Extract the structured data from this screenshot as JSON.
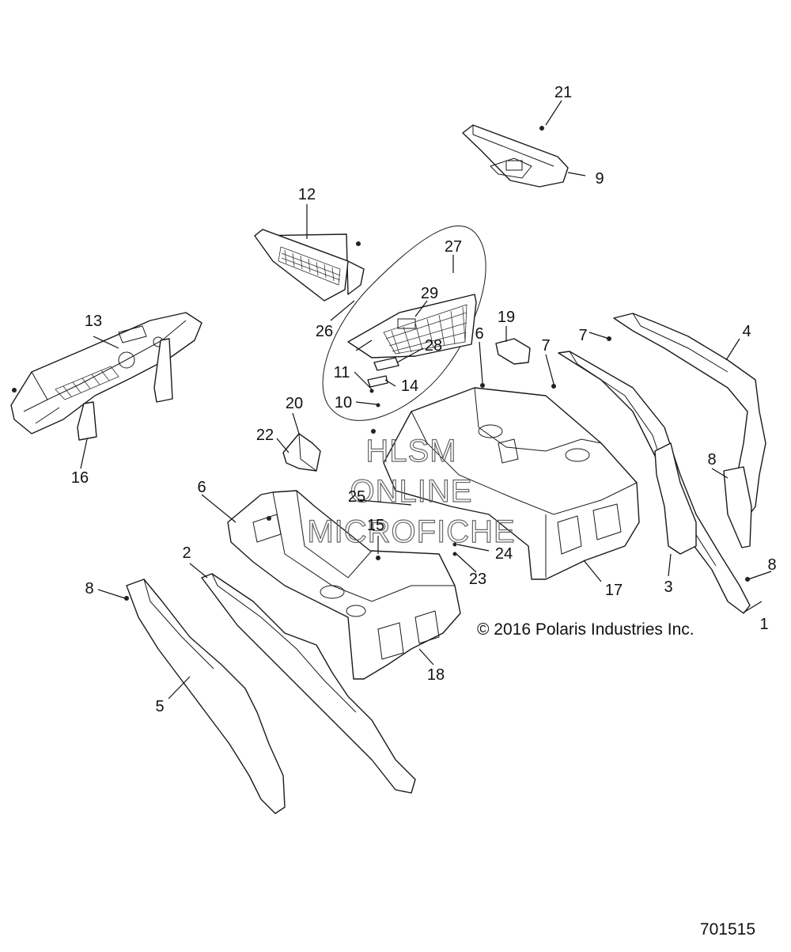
{
  "callouts": {
    "c1": "1",
    "c2": "2",
    "c3": "3",
    "c4": "4",
    "c5": "5",
    "c6a": "6",
    "c6b": "6",
    "c7a": "7",
    "c7b": "7",
    "c8a": "8",
    "c8b": "8",
    "c8c": "8",
    "c9": "9",
    "c10": "10",
    "c11": "11",
    "c12": "12",
    "c13": "13",
    "c14": "14",
    "c15": "15",
    "c16": "16",
    "c17": "17",
    "c18": "18",
    "c19": "19",
    "c20": "20",
    "c21": "21",
    "c22": "22",
    "c23": "23",
    "c24": "24",
    "c25": "25",
    "c26": "26",
    "c27": "27",
    "c28": "28",
    "c29": "29"
  },
  "watermark": {
    "line1": "HLSM",
    "line2": "ONLINE",
    "line3": "MICROFICHE"
  },
  "copyright": "© 2016 Polaris Industries Inc.",
  "document_number": "701515"
}
